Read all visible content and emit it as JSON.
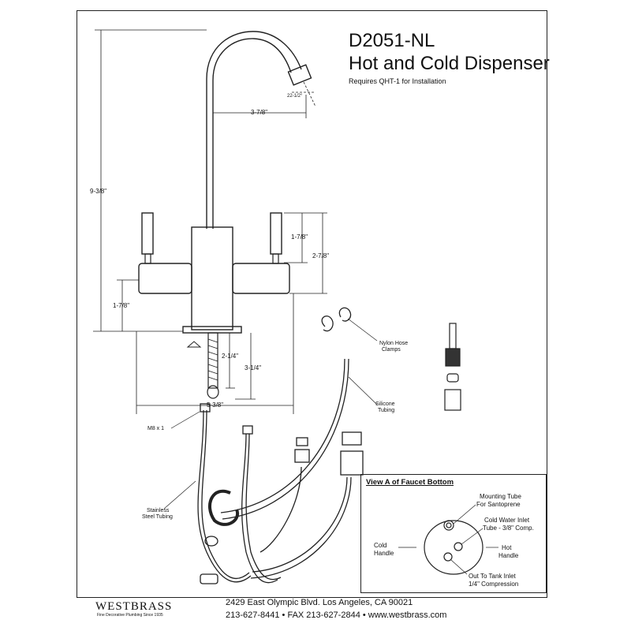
{
  "header": {
    "model": "D2051-NL",
    "product_name": "Hot and Cold Dispenser",
    "requirement": "Requires QHT-1 for Installation"
  },
  "dimensions": {
    "spout_angle": "22-1/2°",
    "spout_reach": "3-7/8\"",
    "overall_height": "9-3/8\"",
    "handle_height_upper": "1-7/8\"",
    "handle_height_total": "2-7/8\"",
    "base_height": "1-7/8\"",
    "shank_length_upper": "2-1/4\"",
    "shank_length_total": "3-1/4\"",
    "base_width": "5-3/8\""
  },
  "callouts": {
    "thread": "M8 x 1",
    "clamps": [
      "Nylon Hose",
      "Clamps"
    ],
    "silicone": [
      "Silicone",
      "Tubing"
    ],
    "stainless": [
      "Stainless",
      "Steel Tubing"
    ]
  },
  "view_a": {
    "title": "View A of Faucet Bottom",
    "mounting_tube": [
      "Mounting Tube",
      "For Santoprene"
    ],
    "cold_inlet": [
      "Cold Water Inlet",
      "Tube - 3/8\" Comp."
    ],
    "cold_handle": [
      "Cold",
      "Handle"
    ],
    "hot_handle": [
      "Hot",
      "Handle"
    ],
    "tank_inlet": [
      "Out To Tank Inlet",
      "1/4\" Compression"
    ]
  },
  "footer": {
    "brand": "WESTBRASS",
    "tagline": "Fine Decorative Plumbing Since 1935",
    "address": "2429 East Olympic Blvd. Los Angeles, CA  90021",
    "contact": "213-627-8441 • FAX 213-627-2844 • www.westbrass.com"
  }
}
